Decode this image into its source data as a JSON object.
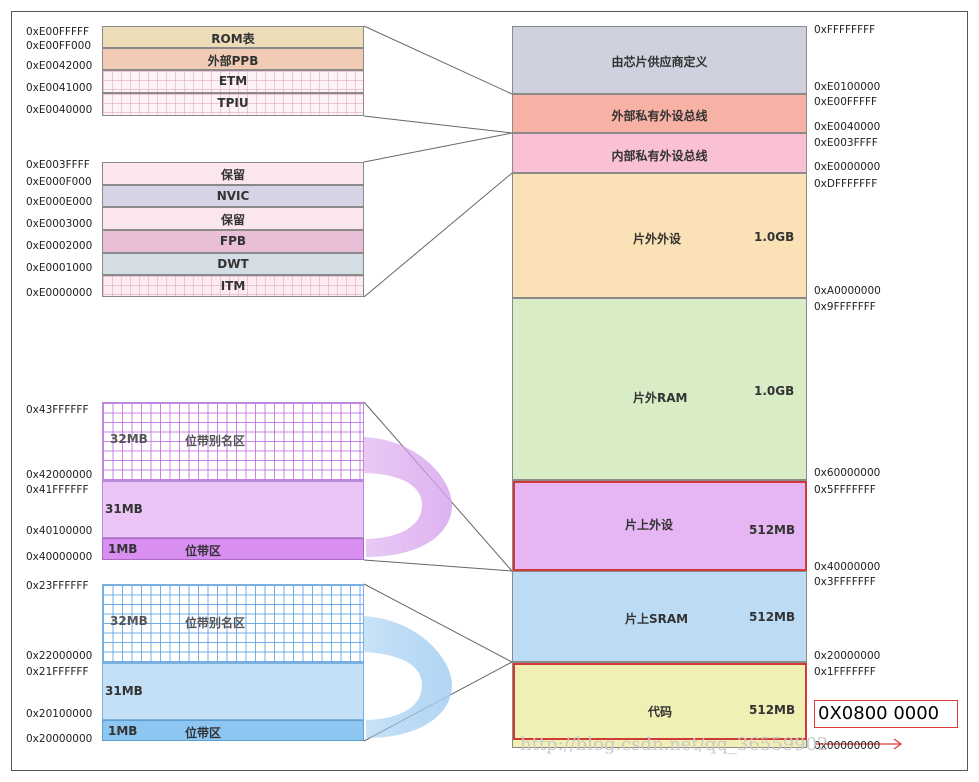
{
  "memory_map": [
    {
      "id": "vendor",
      "label": "由芯片供应商定义",
      "size": "",
      "start": "0xE0100000",
      "end": "0xFFFFFFFF"
    },
    {
      "id": "ext-ppb",
      "label": "外部私有外设总线",
      "size": "",
      "start": "0xE0040000",
      "end": "0xE00FFFFF"
    },
    {
      "id": "int-ppb",
      "label": "内部私有外设总线",
      "size": "",
      "start": "0xE0000000",
      "end": "0xE003FFFF"
    },
    {
      "id": "ext-device",
      "label": "片外外设",
      "size": "1.0GB",
      "start": "0xA0000000",
      "end": "0xDFFFFFFF"
    },
    {
      "id": "ext-ram",
      "label": "片外RAM",
      "size": "1.0GB",
      "start": "0x60000000",
      "end": "0x9FFFFFFF"
    },
    {
      "id": "peripheral",
      "label": "片上外设",
      "size": "512MB",
      "start": "0x40000000",
      "end": "0x5FFFFFFF"
    },
    {
      "id": "sram",
      "label": "片上SRAM",
      "size": "512MB",
      "start": "0x20000000",
      "end": "0x3FFFFFFF"
    },
    {
      "id": "code",
      "label": "代码",
      "size": "512MB",
      "start": "0x00000000",
      "end": "0x1FFFFFFF"
    }
  ],
  "ppb_upper": [
    {
      "label": "ROM表",
      "addr_top": "0xE00FFFFF"
    },
    {
      "label": "外部PPB",
      "addr_top": "0xE00FF000"
    },
    {
      "label": "ETM",
      "addr_top": "0xE0042000"
    },
    {
      "label": "TPIU",
      "addr_top": "0xE0041000"
    }
  ],
  "ppb_upper_bottom_addr": "0xE0040000",
  "ppb_lower": [
    {
      "label": "保留",
      "addr_top": "0xE003FFFF"
    },
    {
      "label": "NVIC",
      "addr_top": "0xE000F000"
    },
    {
      "label": "保留",
      "addr_top": "0xE000E000"
    },
    {
      "label": "FPB",
      "addr_top": "0xE0003000"
    },
    {
      "label": "DWT",
      "addr_top": "0xE0002000"
    },
    {
      "label": "ITM",
      "addr_top": "0xE0001000"
    }
  ],
  "ppb_lower_bottom_addr": "0xE0000000",
  "bitband_peripheral": {
    "alias_size": "32MB",
    "alias_label": "位带别名区",
    "mid_size": "31MB",
    "region_size": "1MB",
    "region_label": "位带区",
    "addr_alias_top": "0x43FFFFFF",
    "addr_alias_bottom": "0x42000000",
    "addr_mid_top": "0x41FFFFFF",
    "addr_mid_bottom": "0x40100000",
    "addr_region_bottom": "0x40000000"
  },
  "bitband_sram": {
    "alias_size": "32MB",
    "alias_label": "位带别名区",
    "mid_size": "31MB",
    "region_size": "1MB",
    "region_label": "位带区",
    "addr_alias_top": "0x23FFFFFF",
    "addr_alias_bottom": "0x22000000",
    "addr_mid_top": "0x21FFFFFF",
    "addr_mid_bottom": "0x20100000",
    "addr_region_bottom": "0x20000000"
  },
  "callout": "0X0800 0000",
  "watermark": "http://blog.csdn.net/qq_36559902",
  "colors": {
    "vendor": "#cfd2de",
    "ext_ppb": "#f8b1a5",
    "int_ppb": "#f9c0d6",
    "ext_device": "#fbe2b6",
    "ext_ram": "#d8ecc6",
    "peripheral": "#e6b6f4",
    "sram": "#bcdcf6",
    "code": "#f1f0b4",
    "highlight": "#d23a3a",
    "purple_arrow": "#d8a6ef",
    "blue_arrow": "#a9d1f2"
  }
}
